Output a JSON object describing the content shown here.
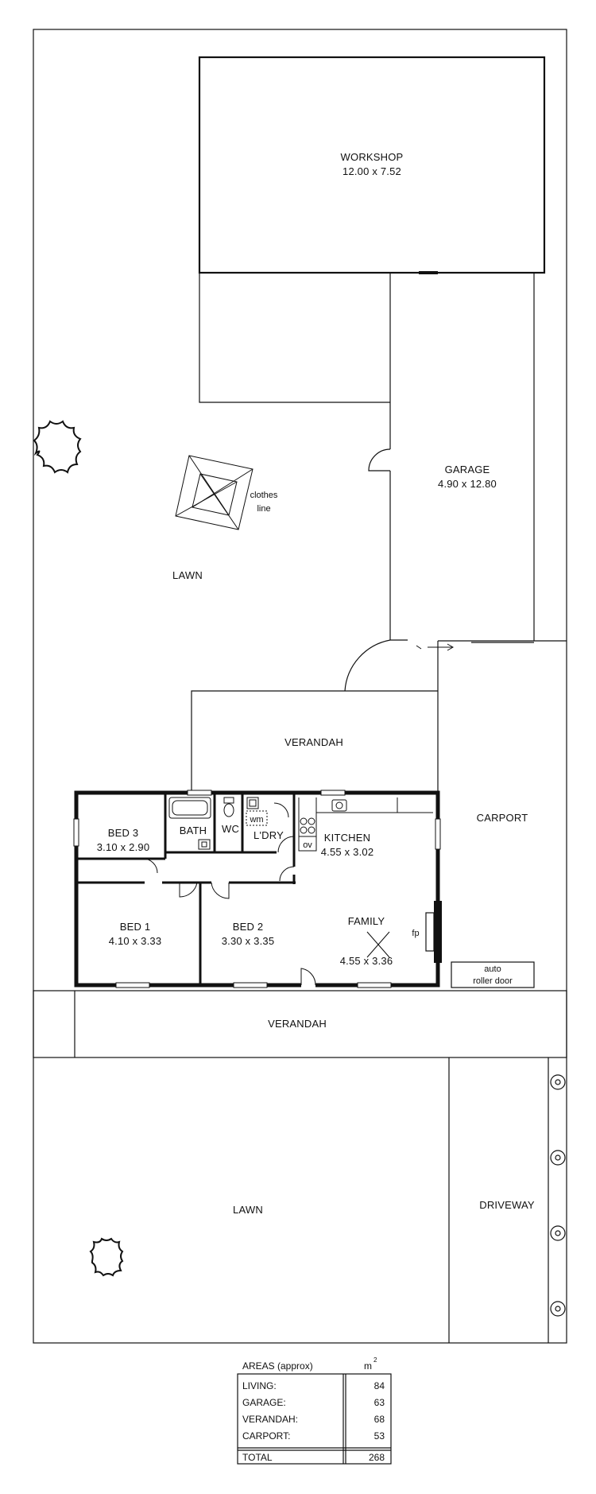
{
  "rooms": {
    "workshop": {
      "name": "WORKSHOP",
      "dims": "12.00 x 7.52"
    },
    "garage": {
      "name": "GARAGE",
      "dims": "4.90 x 12.80"
    },
    "clothes_line": {
      "line1": "clothes",
      "line2": "line"
    },
    "lawn_rear": {
      "name": "LAWN"
    },
    "verandah_rear": {
      "name": "VERANDAH"
    },
    "carport": {
      "name": "CARPORT"
    },
    "bed3": {
      "name": "BED 3",
      "dims": "3.10 x 2.90"
    },
    "bath": {
      "name": "BATH"
    },
    "wc": {
      "name": "WC"
    },
    "wm": {
      "name": "wm"
    },
    "laundry": {
      "name": "L'DRY"
    },
    "kitchen": {
      "name": "KITCHEN",
      "dims": "4.55 x 3.02"
    },
    "oven": {
      "name": "ov"
    },
    "bed1": {
      "name": "BED 1",
      "dims": "4.10 x 3.33"
    },
    "bed2": {
      "name": "BED 2",
      "dims": "3.30 x 3.35"
    },
    "family": {
      "name": "FAMILY",
      "dims": "4.55 x 3.36"
    },
    "fireplace": {
      "name": "fp"
    },
    "roller_door": {
      "line1": "auto",
      "line2": "roller door"
    },
    "verandah_front": {
      "name": "VERANDAH"
    },
    "lawn_front": {
      "name": "LAWN"
    },
    "driveway": {
      "name": "DRIVEWAY"
    }
  },
  "areas": {
    "title": "AREAS (approx)",
    "unit": "m",
    "unit_sup": "2",
    "rows": [
      {
        "label": "LIVING:",
        "value": "84"
      },
      {
        "label": "GARAGE:",
        "value": "63"
      },
      {
        "label": "VERANDAH:",
        "value": "68"
      },
      {
        "label": "CARPORT:",
        "value": "53"
      }
    ],
    "total": {
      "label": "TOTAL",
      "value": "268"
    }
  }
}
